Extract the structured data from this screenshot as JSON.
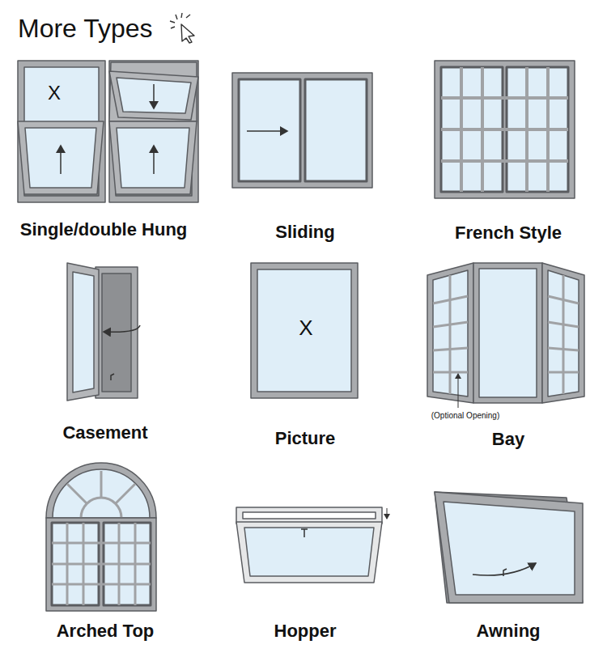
{
  "diagram": {
    "title": "More Types",
    "labels": [
      "X",
      "Single/double Hung",
      "Sliding",
      "French Style",
      "Casement",
      "X",
      "Picture",
      "(Optional Opening)",
      "Bay",
      "Arched Top",
      "Hopper",
      "Awning"
    ]
  }
}
